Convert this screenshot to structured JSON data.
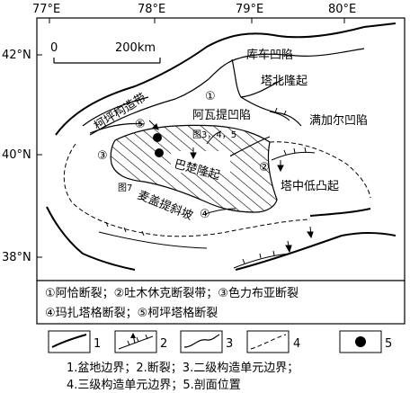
{
  "axes": {
    "lon_labels": [
      "77°E",
      "78°E",
      "79°E",
      "80°E"
    ],
    "lat_labels": [
      "42°N",
      "40°N",
      "38°N"
    ]
  },
  "scale": {
    "zero": "0",
    "distance": "200km"
  },
  "regions": {
    "kuche": "库车凹陷",
    "tabei": "塔北隆起",
    "keping": "柯坪构造带",
    "awati": "阿瓦提凹陷",
    "manjiaer": "满加尔凹陷",
    "bachu": "巴楚隆起",
    "tazhong": "塔中低凸起",
    "maigaiti": "麦盖提斜坡"
  },
  "markers": {
    "n1": "①",
    "n2": "②",
    "n3": "③",
    "n4": "④",
    "n5": "⑤",
    "fig345": "图3，4，5",
    "fig7": "图7"
  },
  "fault_legend": {
    "line1": "①阿恰断裂；②吐木休克断裂带；③色力布亚断裂",
    "line2": "④玛扎塔格断裂；⑤柯坪塔格断裂"
  },
  "symbol_legend": {
    "k1": "1",
    "k2": "2",
    "k3": "3",
    "k4": "4",
    "k5": "5"
  },
  "caption": {
    "line1": "1.盆地边界；2.断裂；3.二级构造单元边界；",
    "line2": "4.三级构造单元边界；5.剖面位置"
  },
  "colors": {
    "ink": "#000000",
    "paper": "#ffffff"
  }
}
